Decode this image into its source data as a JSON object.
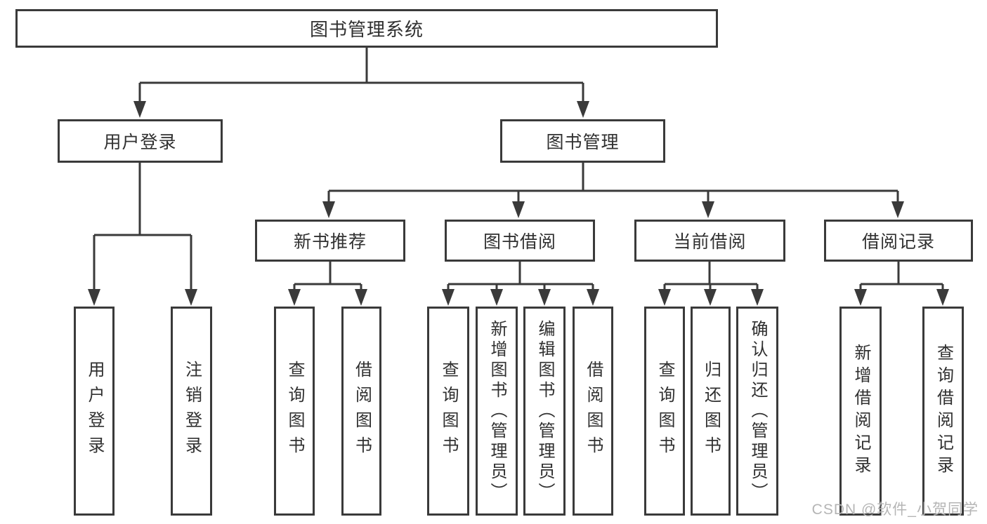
{
  "diagram": {
    "title": "图书管理系统",
    "root": "图书管理系统",
    "branches": [
      {
        "label": "用户登录",
        "children": [
          "用户登录",
          "注销登录"
        ]
      },
      {
        "label": "图书管理",
        "sections": [
          {
            "label": "新书推荐",
            "children": [
              "查询图书",
              "借阅图书"
            ]
          },
          {
            "label": "图书借阅",
            "children": [
              "查询图书",
              "新增图书（管理员）",
              "编辑图书（管理员）",
              "借阅图书"
            ]
          },
          {
            "label": "当前借阅",
            "children": [
              "查询图书",
              "归还图书",
              "确认归还（管理员）"
            ]
          },
          {
            "label": "借阅记录",
            "children": [
              "新增借阅记录",
              "查询借阅记录"
            ]
          }
        ]
      }
    ]
  },
  "watermark": {
    "text": "CSDN @软件_小贺同学"
  },
  "colors": {
    "line": "#3a3a3a",
    "box_bg": "#ffffff",
    "text": "#303030",
    "watermark": "#b5b5b5"
  }
}
